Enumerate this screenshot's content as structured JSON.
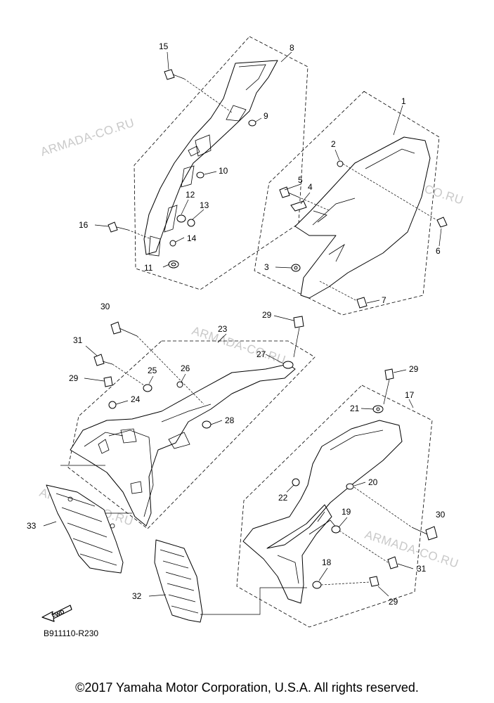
{
  "diagram": {
    "code": "B911110-R230",
    "fwd_label": "FWD",
    "watermark": "ARMADA-CO.RU",
    "callouts": [
      "1",
      "2",
      "3",
      "4",
      "5",
      "6",
      "7",
      "8",
      "9",
      "10",
      "11",
      "12",
      "13",
      "14",
      "15",
      "16",
      "17",
      "18",
      "19",
      "20",
      "21",
      "22",
      "23",
      "24",
      "25",
      "26",
      "27",
      "28",
      "29",
      "30",
      "31",
      "32",
      "33"
    ]
  },
  "footer": {
    "copyright": "©2017 Yamaha Motor Corporation, U.S.A. All rights reserved."
  }
}
